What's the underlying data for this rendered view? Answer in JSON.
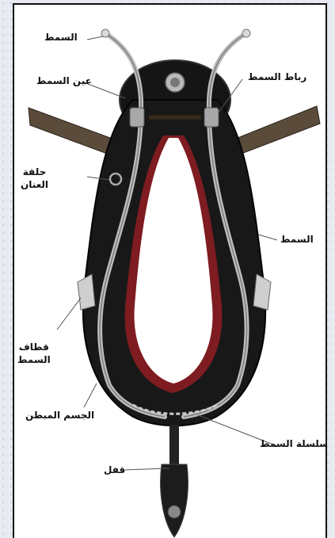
{
  "title": "",
  "labels": {
    "hame_top": "السمط",
    "hame_eye": "عين السمط",
    "hame_strap": "رباط السمط",
    "rein_ring_line1": "حلقة",
    "rein_ring_line2": "العنان",
    "hame_right": "السمط",
    "hame_clip_line1": "قطاف",
    "hame_clip_line2": "السمط",
    "padded_body": "الجسم المبطن",
    "hame_chain": "سلسلة السمط",
    "lock": "قفل"
  },
  "colors": {
    "collar": "#1a1a1a",
    "lining": "#8a2025",
    "metal": "#c9c9c9",
    "strap": "#5a4a3a"
  }
}
